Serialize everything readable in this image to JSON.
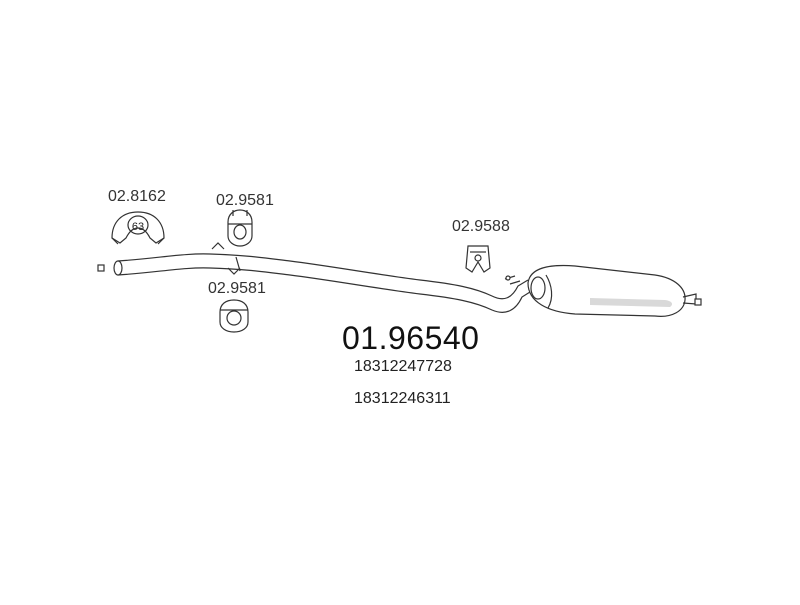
{
  "main_part_number": "01.96540",
  "oe_numbers": [
    "18312247728",
    "18312246311"
  ],
  "parts": {
    "clamp": {
      "number": "02.8162",
      "size": "63"
    },
    "hanger_top": {
      "number": "02.9581"
    },
    "hanger_bottom": {
      "number": "02.9581"
    },
    "rubber_mount": {
      "number": "02.9588"
    }
  }
}
